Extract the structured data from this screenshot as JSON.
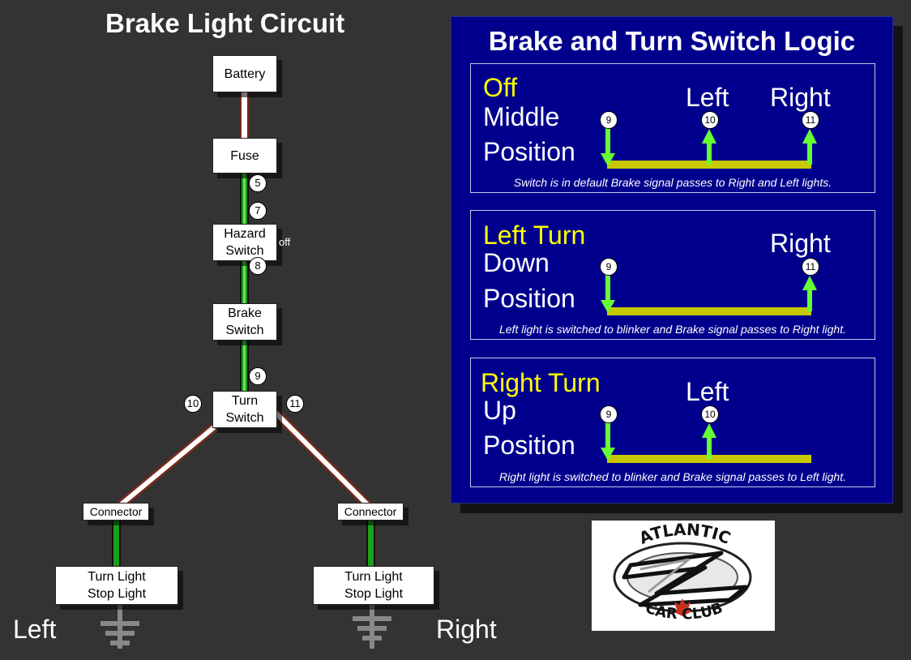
{
  "diagram_title": "Brake Light Circuit",
  "boxes": {
    "battery": "Battery",
    "fuse": "Fuse",
    "hazard": "Hazard\nSwitch",
    "brake": "Brake\nSwitch",
    "turn": "Turn\nSwitch",
    "connector_left": "Connector",
    "connector_right": "Connector",
    "light_left": "Turn Light\nStop Light",
    "light_right": "Turn Light\nStop Light"
  },
  "pins": {
    "p5": "5",
    "p7": "7",
    "p8": "8",
    "p9": "9",
    "p10": "10",
    "p11": "11"
  },
  "hazard_state": "off",
  "side_labels": {
    "left": "Left",
    "right": "Right"
  },
  "colors": {
    "background": "#333333",
    "panel": "#00008c",
    "wire_green": "#1aa01a",
    "wire_white": "#ffffff",
    "wire_brown": "#7a2a1a",
    "arrow_green": "#66ff33",
    "bus_yellow": "#c8c800",
    "highlight_yellow": "#ffff00"
  },
  "logic": {
    "title": "Brake and Turn Switch Logic",
    "modes": [
      {
        "state": "Off",
        "line1": "Middle",
        "line2": "Position",
        "labels": {
          "left": "Left",
          "right": "Right"
        },
        "pins": {
          "in": "9",
          "left": "10",
          "right": "11"
        },
        "note": "Switch is in default  Brake signal passes to Right  and Left lights."
      },
      {
        "state": "Left Turn",
        "line1": "Down",
        "line2": "Position",
        "labels": {
          "right": "Right"
        },
        "pins": {
          "in": "9",
          "right": "11"
        },
        "note": "Left light is switched to blinker and Brake signal passes to Right light."
      },
      {
        "state": "Right Turn",
        "line1": "Up",
        "line2": "Position",
        "labels": {
          "left": "Left"
        },
        "pins": {
          "in": "9",
          "left": "10"
        },
        "note": "Right light is switched to blinker and Brake signal passes to Left light."
      }
    ]
  },
  "logo": {
    "top_text": "ATLANTIC",
    "bottom_text": "CAR CLUB"
  }
}
